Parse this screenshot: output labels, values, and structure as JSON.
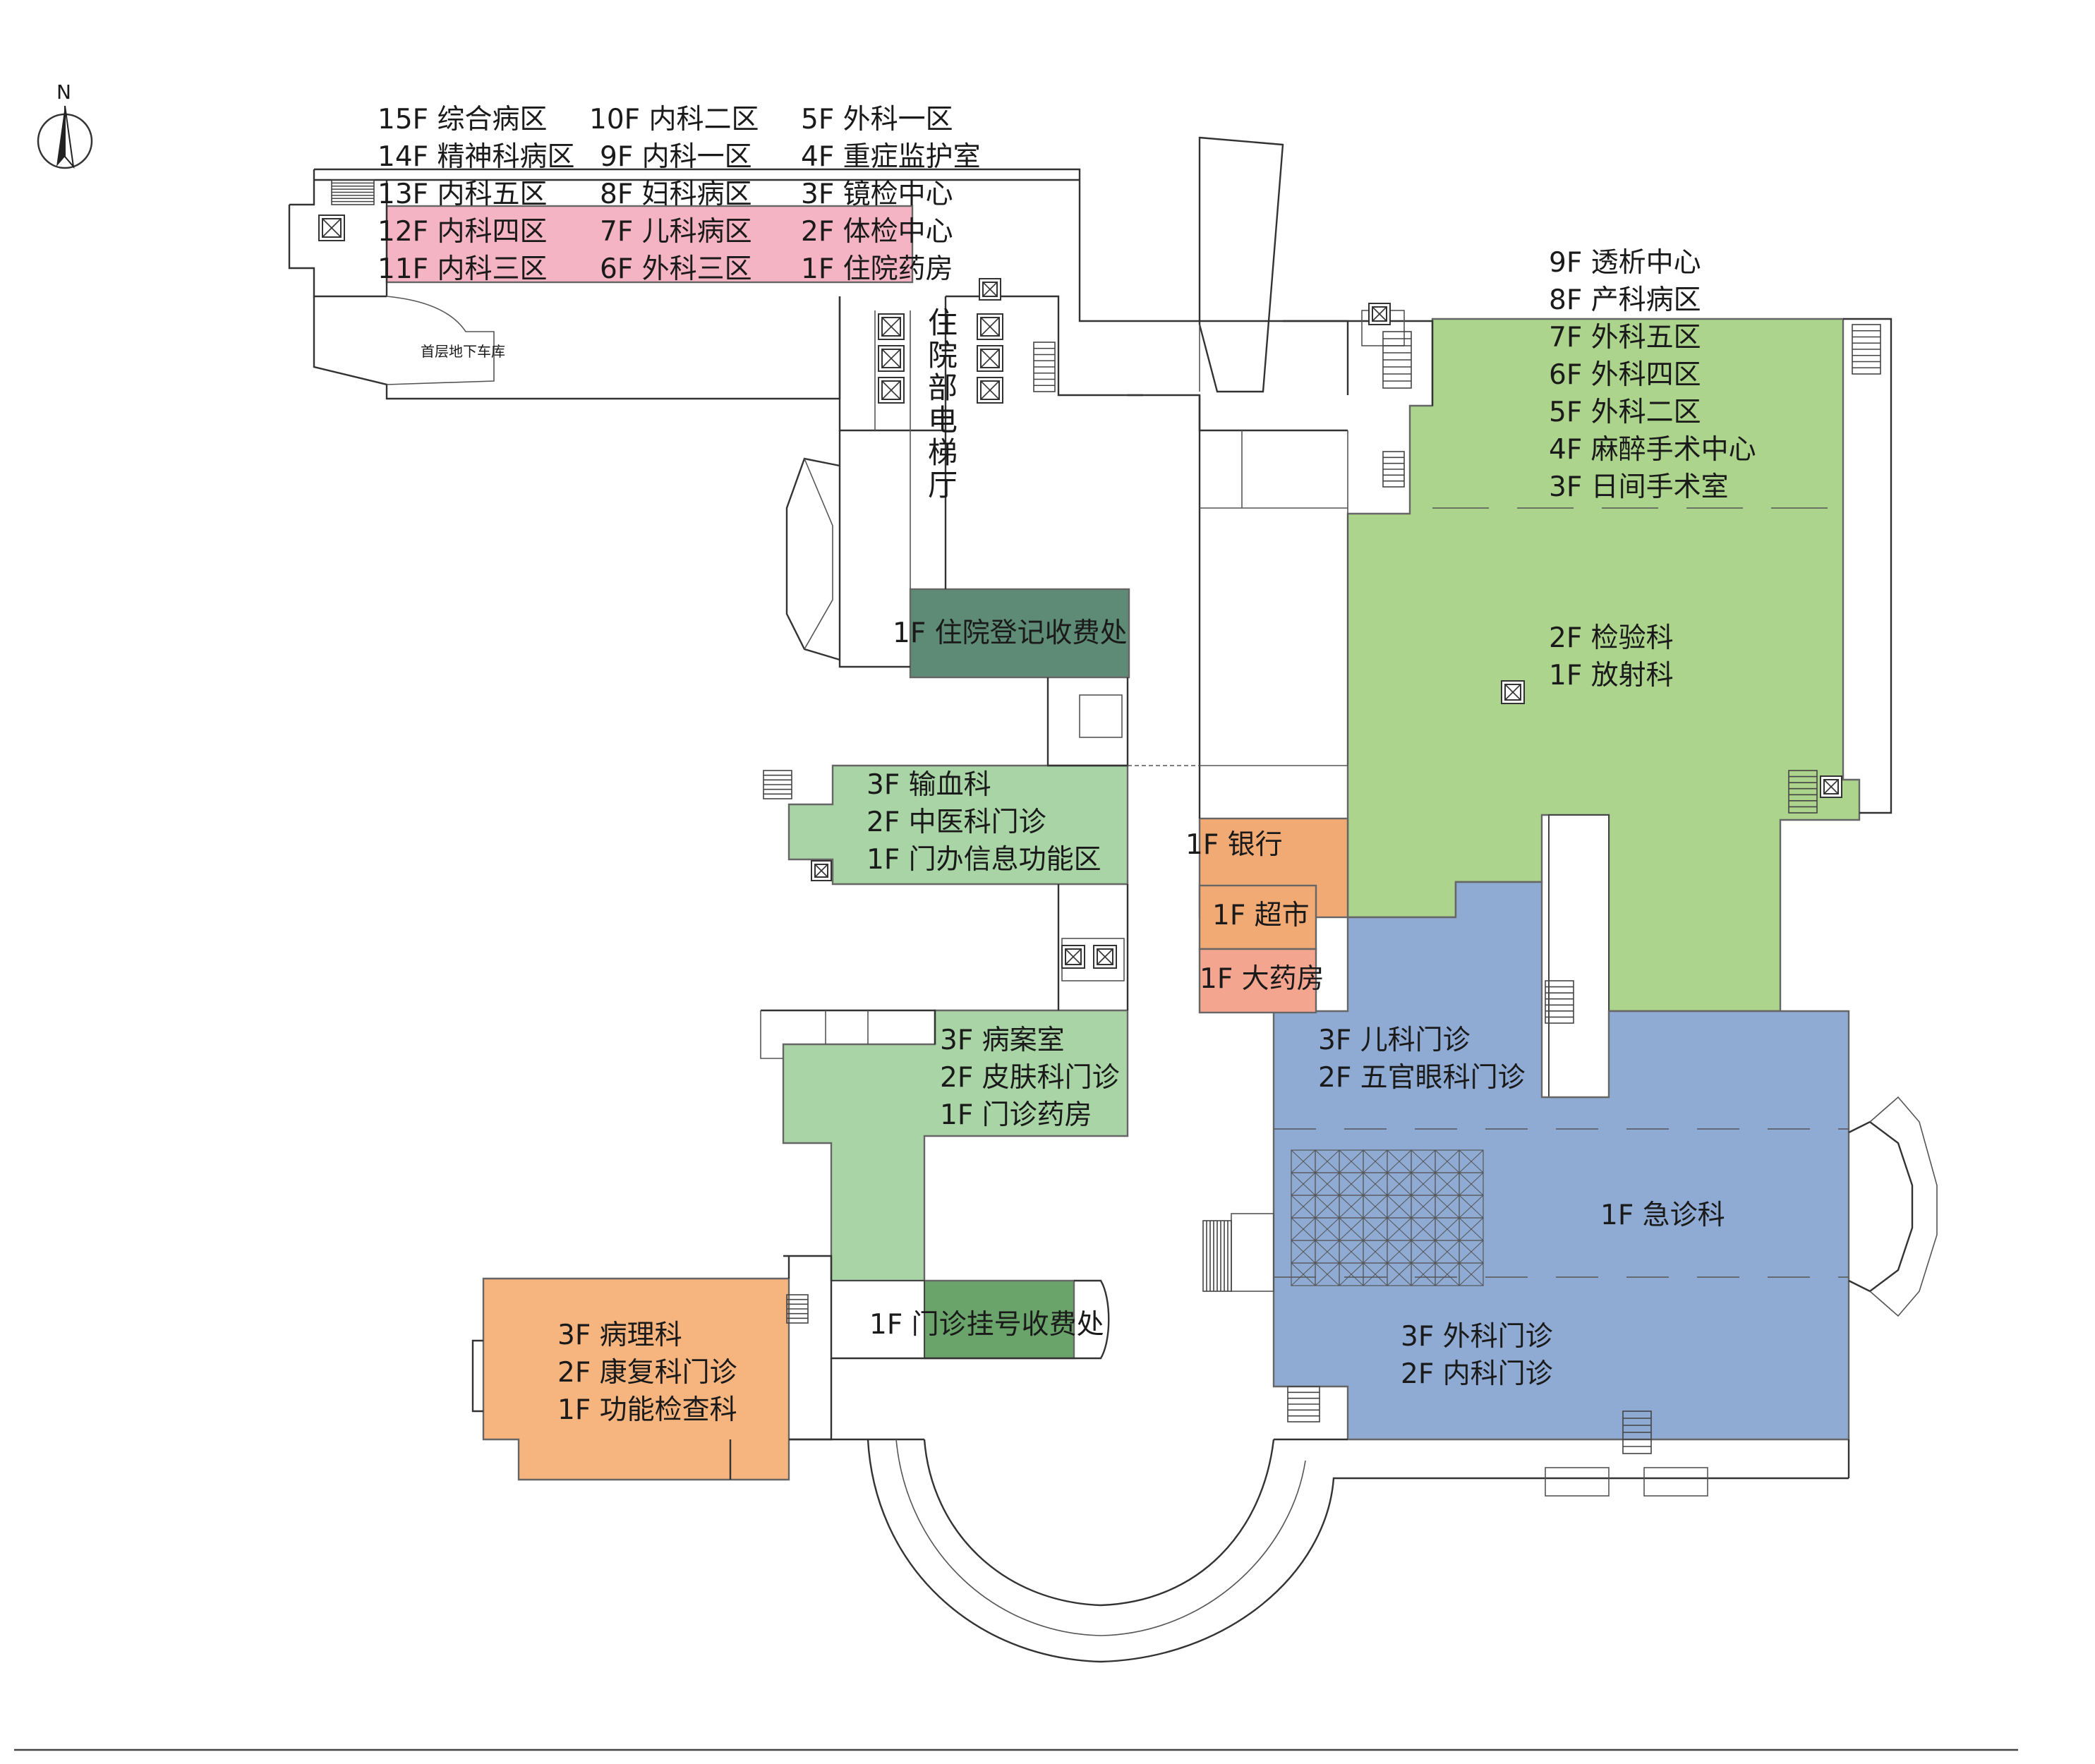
{
  "compass": {
    "north_label": "N"
  },
  "colors": {
    "pink": "#f5b4c3",
    "light_green": "#a8d4a6",
    "green": "#acd48c",
    "dark_green": "#5e8b75",
    "mid_green": "#6aa46a",
    "orange": "#f6b47f",
    "salmon": "#f2aa74",
    "rose": "#f3a58f",
    "blue": "#8fabd3"
  },
  "inpatient_tower": {
    "col1": [
      "15F 综合病区",
      "14F 精神科病区",
      "13F 内科五区",
      "12F 内科四区",
      "11F 内科三区"
    ],
    "col2": [
      "10F 内科二区",
      "9F 内科一区",
      "8F 妇科病区",
      "7F 儿科病区",
      "6F 外科三区"
    ],
    "col3": [
      "5F 外科一区",
      "4F 重症监护室",
      "3F 镜检中心",
      "2F 体检中心",
      "1F 住院药房"
    ]
  },
  "garage_label": "首层地下车库",
  "elevator_hall_chars": [
    "住",
    "院",
    "部",
    "电",
    "梯",
    "厅"
  ],
  "inpatient_registration": "1F 住院登记收费处",
  "east_tower": [
    "9F 透析中心",
    "8F 产科病区",
    "7F 外科五区",
    "6F 外科四区",
    "5F 外科二区",
    "4F 麻醉手术中心",
    "3F 日间手术室"
  ],
  "lab_radiology": [
    "2F 检验科",
    "1F 放射科"
  ],
  "blood_block": [
    "3F 输血科",
    "2F 中医科门诊",
    "1F 门办信息功能区"
  ],
  "retail": {
    "bank": "1F 银行",
    "supermarket": "1F 超市",
    "pharmacy": "1F 大药房"
  },
  "pediatrics_block": [
    "3F 儿科门诊",
    "2F 五官眼科门诊"
  ],
  "emergency": "1F 急诊科",
  "outpatient_block": [
    "3F 外科门诊",
    "2F 内科门诊"
  ],
  "records_block": [
    "3F 病案室",
    "2F 皮肤科门诊",
    "1F 门诊药房"
  ],
  "registration_office": "1F 门诊挂号收费处",
  "pathology_block": [
    "3F 病理科",
    "2F 康复科门诊",
    "1F 功能检查科"
  ]
}
